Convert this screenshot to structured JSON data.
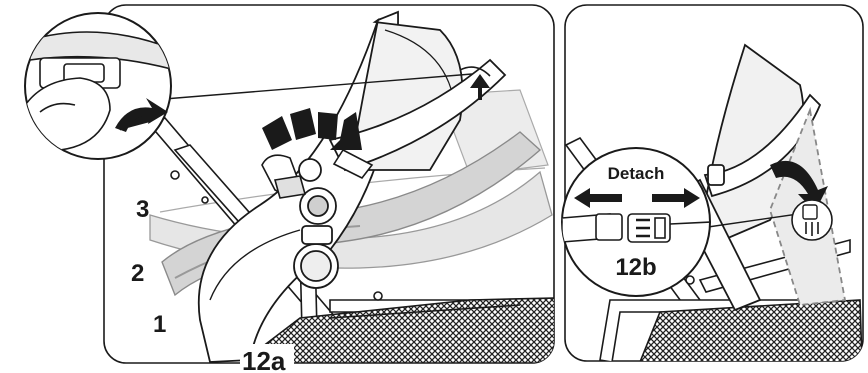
{
  "left_panel": {
    "positions": [
      "3",
      "2",
      "1"
    ],
    "figure_label": "12a"
  },
  "right_panel": {
    "callout_text": "Detach",
    "figure_label": "12b"
  },
  "colors": {
    "line": "#1a1a1a",
    "ghost_seat": "#d9d9d9",
    "ghost_seat_2": "#cfcfcf",
    "mesh": "#2b2b2b"
  }
}
